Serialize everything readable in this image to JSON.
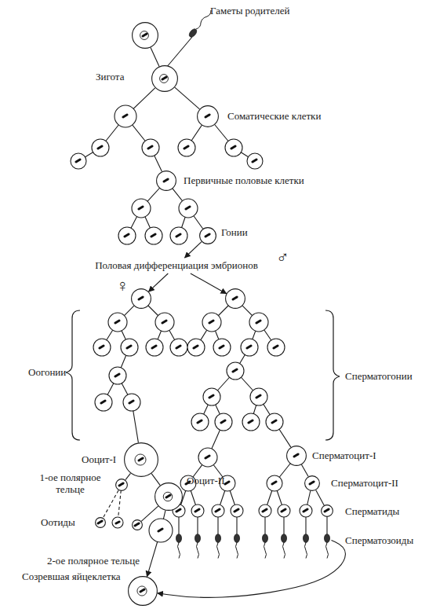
{
  "diagram": {
    "nodes": [
      {
        "text": [
          "Гаметы родителей"
        ]
      },
      {
        "text": [
          "Зигота"
        ]
      },
      {
        "text": [
          "Соматические клетки"
        ]
      },
      {
        "text": [
          "Первичные половые клетки"
        ]
      },
      {
        "text": [
          "Гонии"
        ]
      },
      {
        "text": [
          "Половая дифференциация эмбрионов"
        ]
      },
      {
        "text": [
          "♀"
        ]
      },
      {
        "text": [
          "♂"
        ]
      },
      {
        "text": [
          "Ооцит-I"
        ]
      },
      {
        "text": [
          "Ооцит-II"
        ]
      },
      {
        "text": [
          "1-ое полярное тельце"
        ]
      },
      {
        "text": [
          "Оотиды"
        ]
      },
      {
        "text": [
          "2-ое полярное тельце"
        ]
      },
      {
        "text": [
          "Созревшая яйцеклетка"
        ]
      },
      {
        "text": [
          "Сперматоцит-I"
        ]
      },
      {
        "text": [
          "Сперматоцит-II"
        ]
      },
      {
        "text": [
          "Сперматиды"
        ]
      },
      {
        "text": [
          "Сперматозоиды"
        ]
      }
    ],
    "edges": [
      {
        "from": 0,
        "to": 1,
        "arrow": "none"
      },
      {
        "from": 1,
        "to": 2,
        "arrow": "none"
      },
      {
        "from": 1,
        "to": 3,
        "arrow": "none"
      },
      {
        "from": 3,
        "to": 4,
        "arrow": "none"
      },
      {
        "from": 4,
        "to": 5,
        "arrow": "to"
      },
      {
        "from": 5,
        "to": 6,
        "arrow": "to"
      },
      {
        "from": 5,
        "to": 7,
        "arrow": "to"
      },
      {
        "from": 6,
        "to": 8,
        "arrow": "none"
      },
      {
        "from": 8,
        "to": 10,
        "arrow": "none"
      },
      {
        "from": 8,
        "to": 9,
        "arrow": "none"
      },
      {
        "from": 10,
        "to": 11,
        "arrow": "none"
      },
      {
        "from": 9,
        "to": 12,
        "arrow": "none"
      },
      {
        "from": 9,
        "to": 13,
        "arrow": "to"
      },
      {
        "from": 7,
        "to": 14,
        "arrow": "none"
      },
      {
        "from": 14,
        "to": 15,
        "arrow": "none"
      },
      {
        "from": 15,
        "to": 16,
        "arrow": "none"
      },
      {
        "from": 16,
        "to": 17,
        "arrow": "none"
      },
      {
        "from": 17,
        "to": 13,
        "arrow": "to"
      }
    ],
    "labels": [
      "Оогонии",
      "Сперматогонии"
    ]
  }
}
